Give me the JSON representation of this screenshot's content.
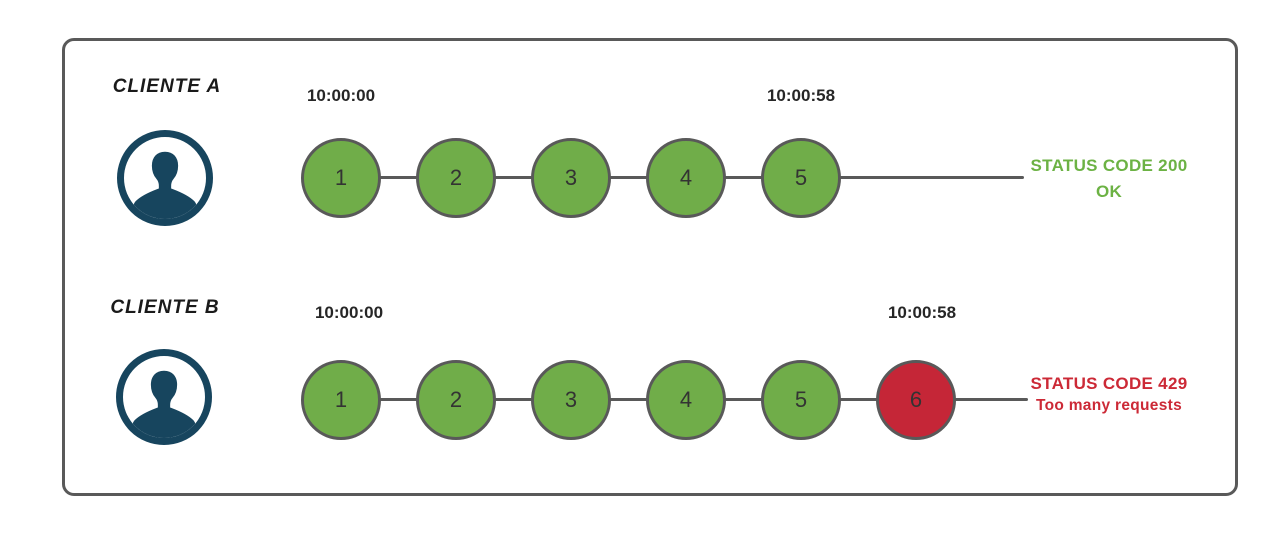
{
  "colors": {
    "frame_border": "#595959",
    "connector": "#595959",
    "circle_border": "#595959",
    "circle_ok": "#70ad49",
    "circle_error": "#c52637",
    "status_ok_text": "#6cb244",
    "status_error_text": "#cc2936",
    "avatar_navy": "#17455e",
    "timestamp_text": "#262626",
    "label_text": "#1a1a1a",
    "number_text": "#333333"
  },
  "icons": {
    "avatar": "user-avatar-icon"
  },
  "rows": [
    {
      "label": "CLIENTE A",
      "start_time": "10:00:00",
      "end_time": "10:00:58",
      "requests": [
        {
          "number": "1",
          "state": "ok"
        },
        {
          "number": "2",
          "state": "ok"
        },
        {
          "number": "3",
          "state": "ok"
        },
        {
          "number": "4",
          "state": "ok"
        },
        {
          "number": "5",
          "state": "ok"
        }
      ],
      "status": {
        "line1": "STATUS CODE 200",
        "line2": "OK",
        "state": "ok"
      }
    },
    {
      "label": "CLIENTE B",
      "start_time": "10:00:00",
      "end_time": "10:00:58",
      "requests": [
        {
          "number": "1",
          "state": "ok"
        },
        {
          "number": "2",
          "state": "ok"
        },
        {
          "number": "3",
          "state": "ok"
        },
        {
          "number": "4",
          "state": "ok"
        },
        {
          "number": "5",
          "state": "ok"
        },
        {
          "number": "6",
          "state": "error"
        }
      ],
      "status": {
        "line1": "STATUS CODE 429",
        "line2": "Too many requests",
        "state": "error"
      }
    }
  ]
}
